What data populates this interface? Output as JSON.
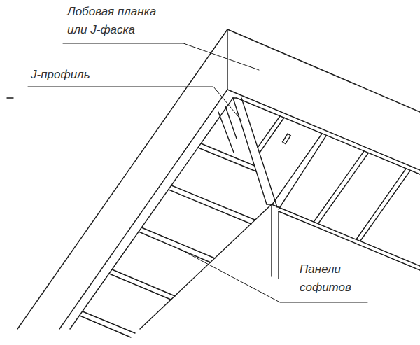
{
  "diagram": {
    "labels": [
      "Лобовая планка или J-фаска",
      "J-профиль",
      "Панели софитов"
    ]
  }
}
